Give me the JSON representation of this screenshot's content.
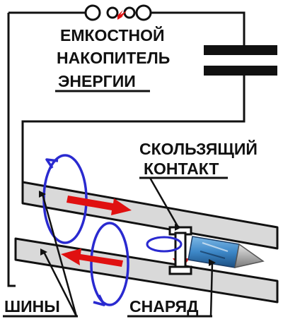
{
  "labels": {
    "capacitor_line1": "ЕМКОСТНОЙ",
    "capacitor_line2": "НАКОПИТЕЛЬ",
    "capacitor_line3": "ЭНЕРГИИ",
    "sliding_contact_line1": "СКОЛЬЗЯЩИЙ",
    "sliding_contact_line2": "КОНТАКТ",
    "rails": "ШИНЫ",
    "projectile": "СНАРЯД"
  },
  "colors": {
    "wire": "#111111",
    "rail_fill": "#d9d9d9",
    "current_arrow": "#e01010",
    "magnetic_field": "#2a2ad0",
    "projectile_body": "#3d87c7",
    "projectile_tip": "#a9a9a9",
    "spark": "#e01010"
  },
  "icons": {
    "switch": "switch-terminals-icon",
    "spark": "spark-icon",
    "capacitor": "capacitor-icon",
    "current_arrow": "current-arrow-icon",
    "field_loop": "magnetic-field-loop-icon"
  }
}
